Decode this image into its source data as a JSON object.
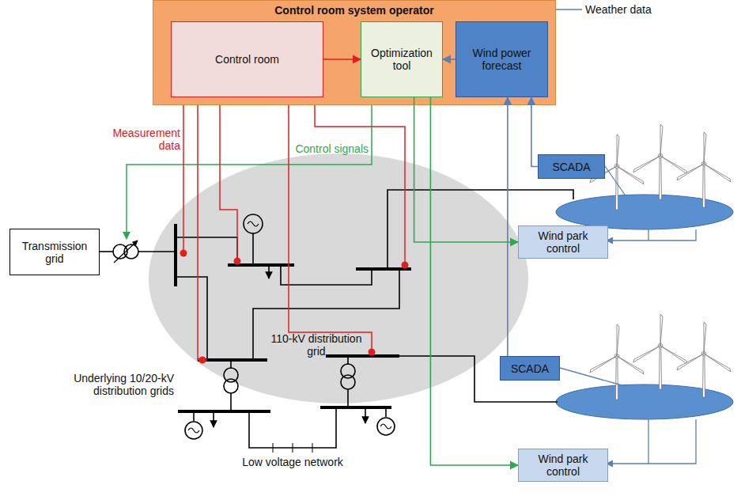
{
  "diagram": {
    "nodes": [
      {
        "text": [
          "Control room system operator"
        ]
      },
      {
        "text": [
          "Control room"
        ],
        "in": 0
      },
      {
        "text": [
          "Optimization tool"
        ],
        "in": 0
      },
      {
        "text": [
          "Wind power forecast"
        ],
        "in": 0
      },
      {
        "text": [
          "Transmission grid"
        ]
      },
      {
        "text": [
          "SCADA"
        ]
      },
      {
        "text": [
          "Wind park control"
        ]
      },
      {
        "text": [
          "SCADA"
        ]
      },
      {
        "text": [
          "Wind park control"
        ]
      }
    ],
    "edges": [
      {
        "from": 1,
        "to": 2,
        "arrow": "to"
      },
      {
        "from": 3,
        "to": 2,
        "arrow": "to"
      },
      {
        "from": 2,
        "to": 6,
        "arrow": "to"
      },
      {
        "from": 2,
        "to": 8,
        "arrow": "to"
      },
      {
        "from": 5,
        "to": 3,
        "arrow": "to"
      },
      {
        "from": 7,
        "to": 3,
        "arrow": "to"
      }
    ],
    "labels": [
      "Weather data",
      "Measurement data",
      "Control signals",
      "110-kV distribution grid",
      "Underlying 10/20-kV distribution grids",
      "Low voltage network"
    ]
  }
}
